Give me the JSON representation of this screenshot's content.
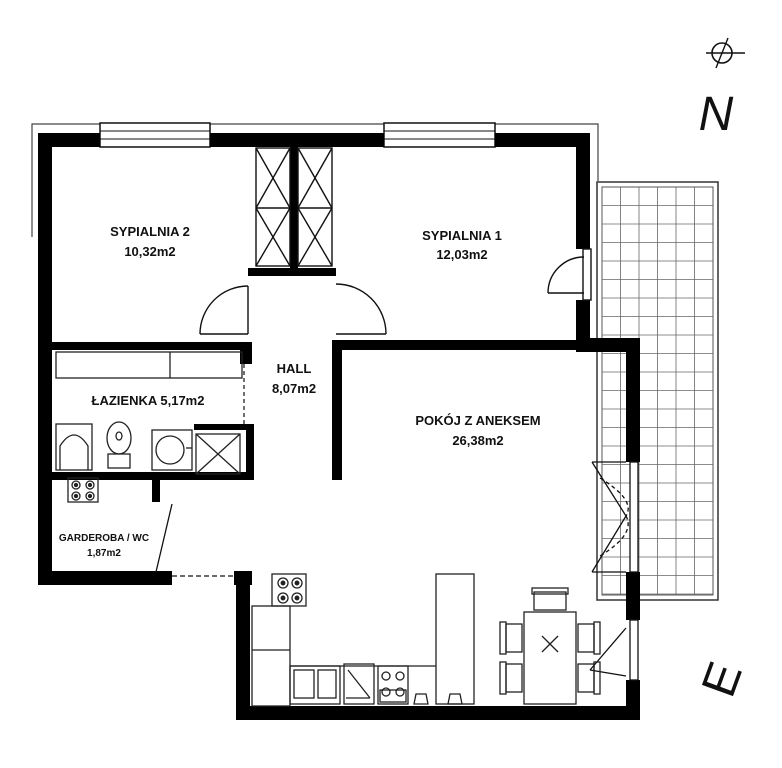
{
  "compass": {
    "north_label": "N",
    "east_label": "E"
  },
  "rooms": [
    {
      "id": "sypialnia-2",
      "name": "SYPIALNIA 2",
      "area": "10,32m2"
    },
    {
      "id": "sypialnia-1",
      "name": "SYPIALNIA 1",
      "area": "12,03m2"
    },
    {
      "id": "hall",
      "name": "HALL",
      "area": "8,07m2"
    },
    {
      "id": "lazienka",
      "name": "ŁAZIENKA 5,17m2",
      "area": ""
    },
    {
      "id": "pokoj-z-aneksem",
      "name": "POKÓJ Z ANEKSEM",
      "area": "26,38m2"
    },
    {
      "id": "garderoba-wc",
      "name": "GARDEROBA / WC",
      "area": "1,87m2"
    }
  ],
  "colors": {
    "wall": "#000000",
    "line": "#222222",
    "background": "#ffffff"
  }
}
